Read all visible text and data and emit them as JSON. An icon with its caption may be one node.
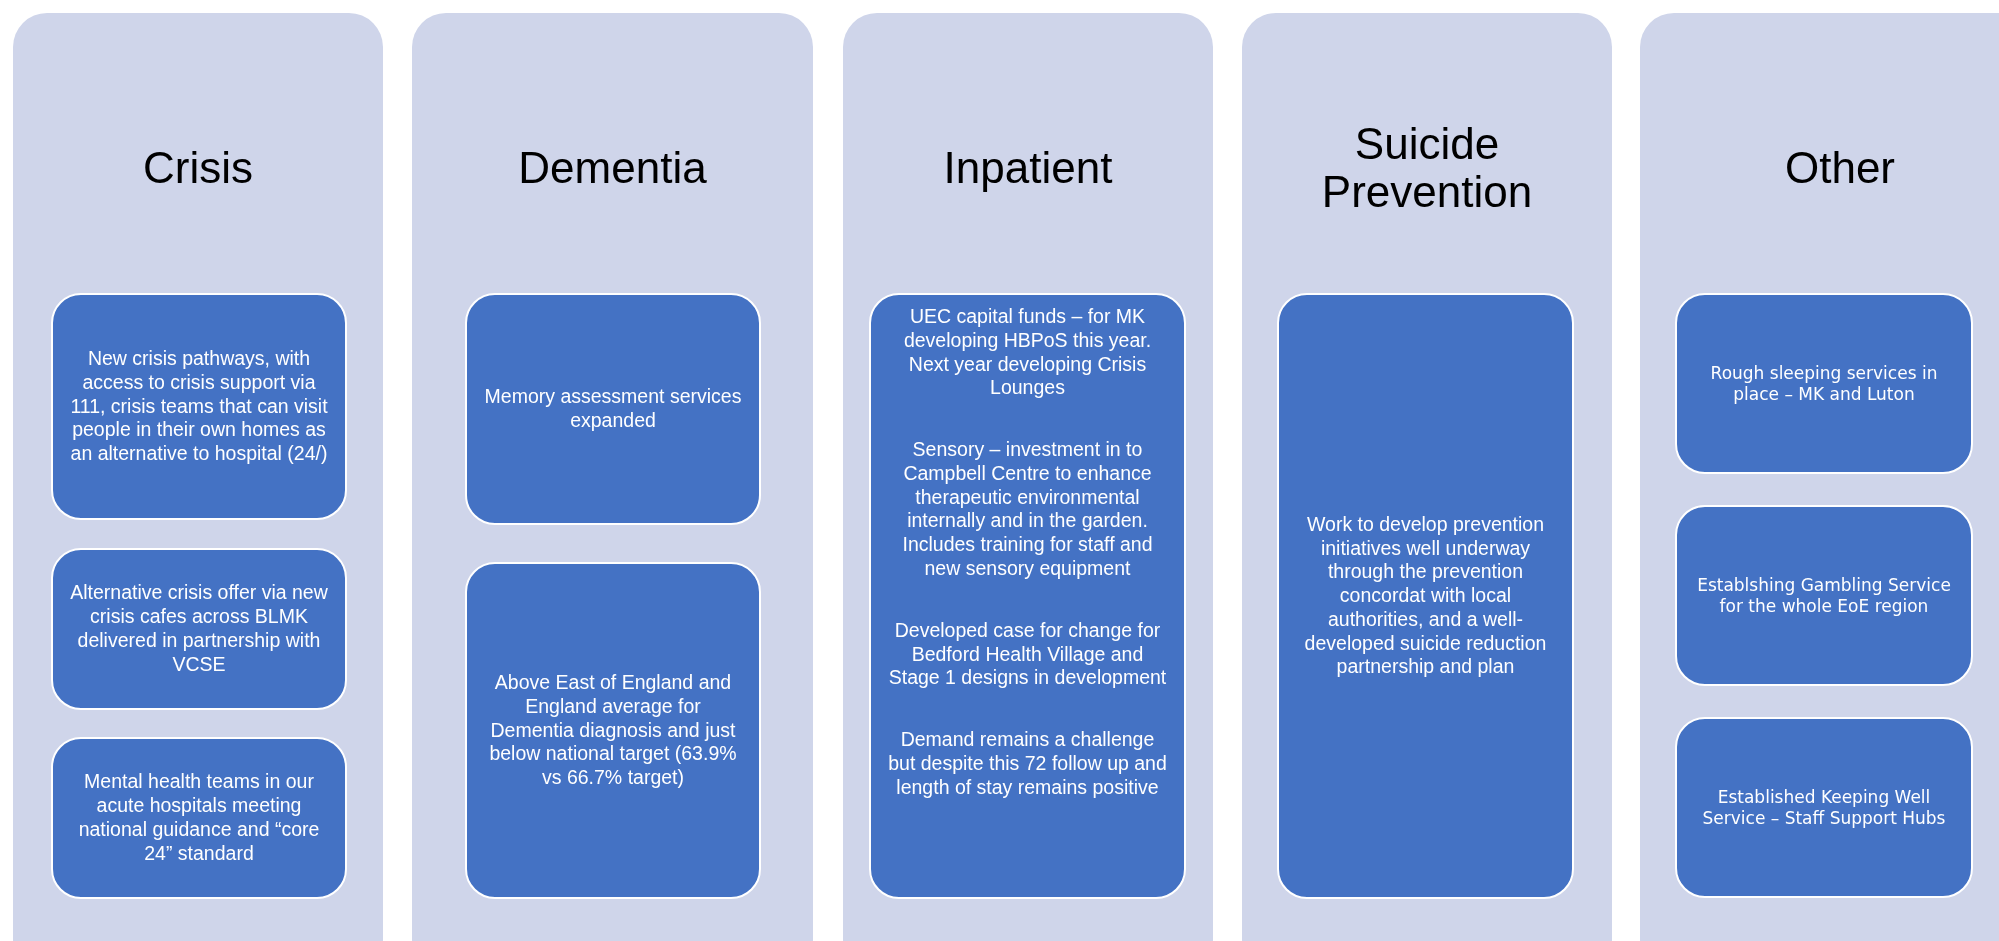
{
  "diagram": {
    "nodes": [
      {
        "text": [
          "Crisis"
        ]
      },
      {
        "text": [
          "New crisis pathways, with access to crisis support via 111, crisis teams that can visit people in their own homes as an alternative to hospital (24/)"
        ],
        "in": 0
      },
      {
        "text": [
          "Alternative crisis offer via new crisis cafes across BLMK delivered in partnership with VCSE"
        ],
        "in": 0
      },
      {
        "text": [
          "Mental health teams in our acute hospitals meeting national guidance and “core 24” standard"
        ],
        "in": 0
      },
      {
        "text": [
          "Dementia"
        ]
      },
      {
        "text": [
          "Memory assessment services expanded"
        ],
        "in": 4
      },
      {
        "text": [
          "Above East of England and England average for Dementia diagnosis and just below national target (63.9% vs 66.7% target)"
        ],
        "in": 4
      },
      {
        "text": [
          "Inpatient"
        ]
      },
      {
        "text": [
          "UEC capital funds – for MK developing HBPoS this year. Next year developing Crisis Lounges",
          "Sensory – investment in to Campbell Centre to enhance therapeutic environmental internally and in the garden. Includes training for staff and new sensory equipment",
          "Developed case for change for Bedford Health Village and Stage 1 designs in development",
          "Demand remains a challenge but despite this 72 follow up and length of stay remains positive"
        ],
        "in": 7
      },
      {
        "text": [
          "Suicide Prevention"
        ]
      },
      {
        "text": [
          "Work to develop prevention initiatives well underway through the prevention concordat with local authorities, and a well-developed suicide reduction partnership and plan"
        ],
        "in": 9
      },
      {
        "text": [
          "Other"
        ]
      },
      {
        "text": [
          "Rough sleeping services in place – MK and Luton"
        ],
        "in": 11
      },
      {
        "text": [
          "Establshing Gambling Service for the whole EoE region"
        ],
        "in": 11
      },
      {
        "text": [
          "Established Keeping Well Service – Staff Support Hubs"
        ],
        "in": 11
      }
    ]
  }
}
